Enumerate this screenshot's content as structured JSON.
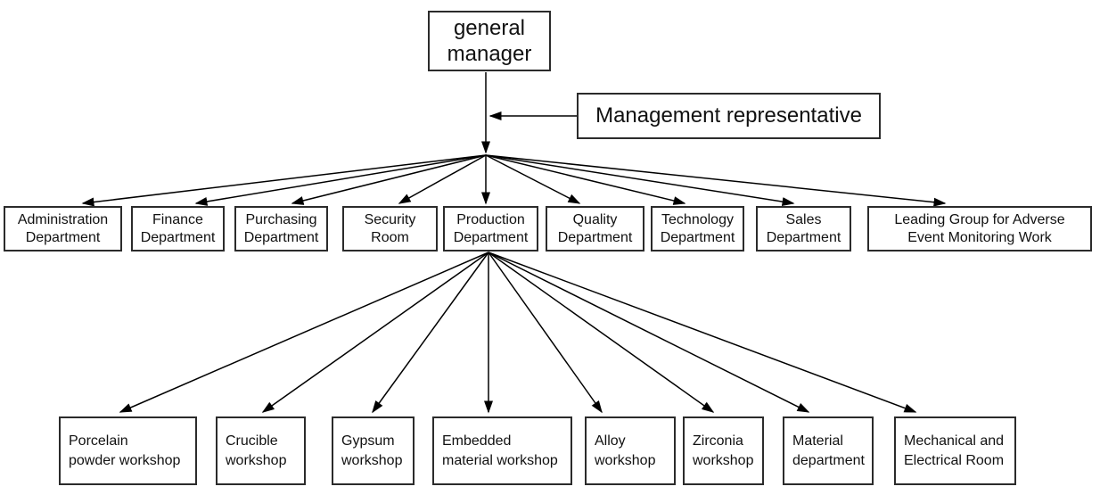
{
  "org_chart": {
    "root": {
      "label": "general\nmanager"
    },
    "staff": {
      "label": "Management representative"
    },
    "departments": [
      {
        "label": "Administration\nDepartment"
      },
      {
        "label": "Finance\nDepartment"
      },
      {
        "label": "Purchasing\nDepartment"
      },
      {
        "label": "Security\nRoom"
      },
      {
        "label": "Production\nDepartment"
      },
      {
        "label": "Quality\nDepartment"
      },
      {
        "label": "Technology\nDepartment"
      },
      {
        "label": "Sales\nDepartment"
      },
      {
        "label": "Leading Group for Adverse\nEvent Monitoring Work"
      }
    ],
    "production_units": [
      {
        "label": "Porcelain\npowder workshop"
      },
      {
        "label": "Crucible\nworkshop"
      },
      {
        "label": "Gypsum\nworkshop"
      },
      {
        "label": "Embedded\nmaterial workshop"
      },
      {
        "label": "Alloy\nworkshop"
      },
      {
        "label": "Zirconia\nworkshop"
      },
      {
        "label": "Material\ndepartment"
      },
      {
        "label": "Mechanical and\nElectrical Room"
      }
    ],
    "colors": {
      "line": "#000000",
      "border": "#2b2b2b",
      "background": "#ffffff",
      "text": "#111111"
    }
  }
}
